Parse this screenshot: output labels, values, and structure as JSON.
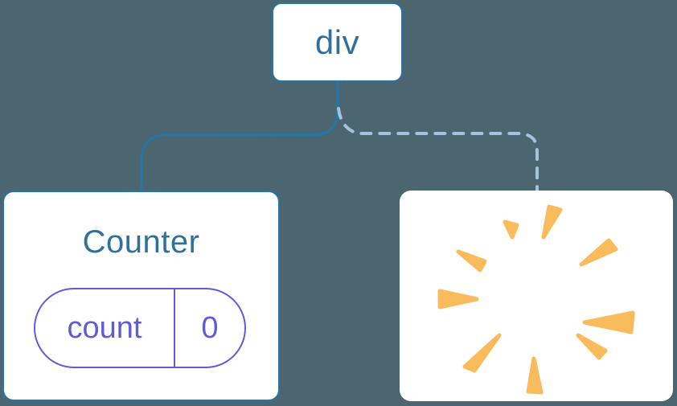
{
  "diagram": {
    "root_label": "div",
    "counter": {
      "title": "Counter",
      "state_key": "count",
      "state_value": "0"
    },
    "removed_node": {
      "icon": "poof-burst-icon"
    }
  },
  "colors": {
    "background": "#4B6670",
    "node_border": "#2276A8",
    "node_text": "#30719B",
    "edge_solid": "#2276A8",
    "edge_dashed": "#A5C3DB",
    "state_accent": "#605CD6",
    "poof": "#FABB5D"
  }
}
